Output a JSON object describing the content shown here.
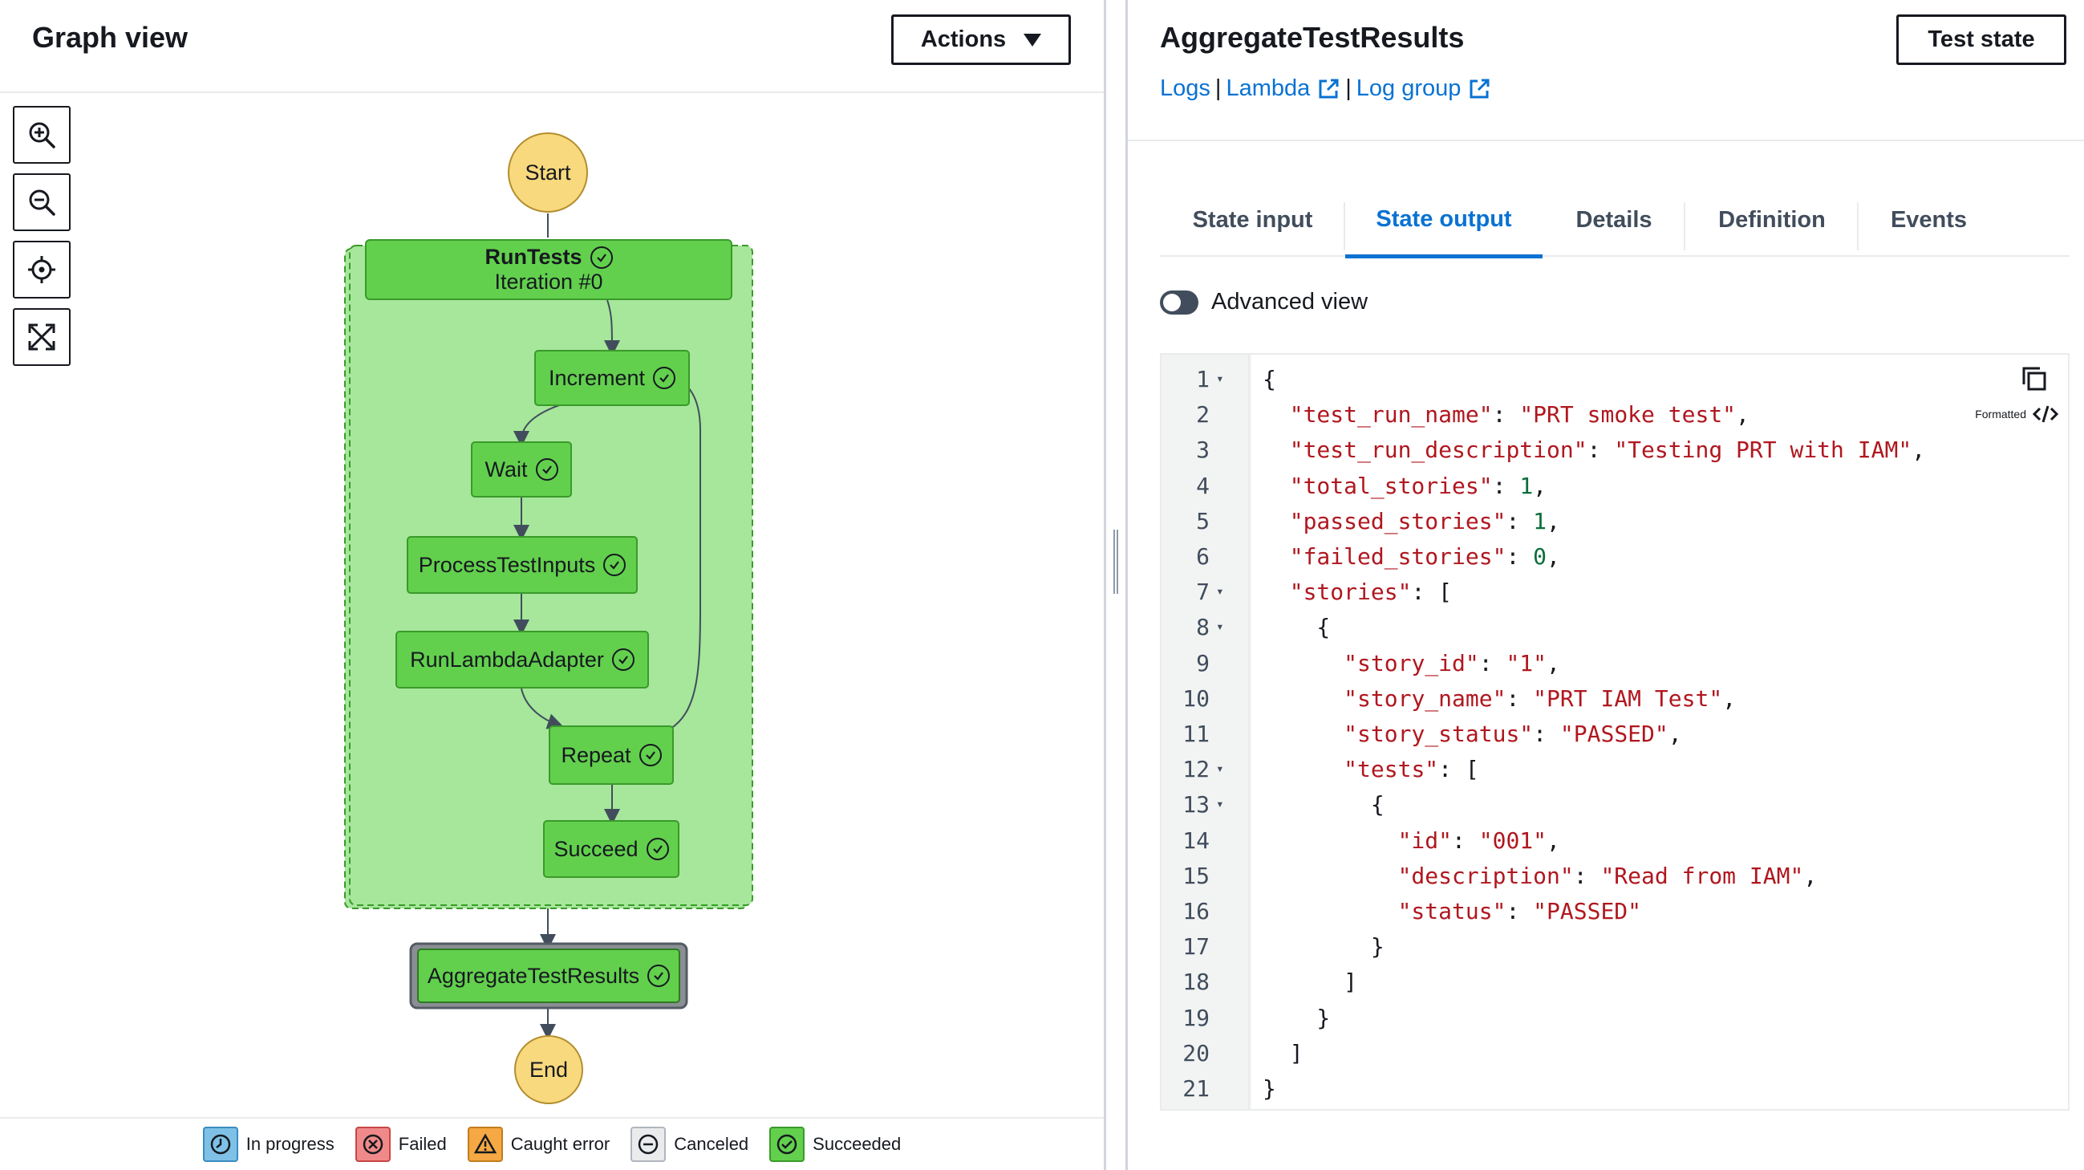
{
  "left": {
    "title": "Graph view",
    "actions_label": "Actions"
  },
  "zoom_controls": [
    "zoom-in",
    "zoom-out",
    "center",
    "fit"
  ],
  "graph": {
    "start": "Start",
    "end": "End",
    "map_state": {
      "name": "RunTests",
      "iteration": "Iteration #0"
    },
    "states": [
      "Increment",
      "Wait",
      "ProcessTestInputs",
      "RunLambdaAdapter",
      "Repeat",
      "Succeed"
    ],
    "selected_state": "AggregateTestResults",
    "node_color": "#62d04d",
    "terminal_color": "#f9d97d"
  },
  "legend": [
    {
      "label": "In progress",
      "color": "#7fc1e6",
      "icon": "clock-icon"
    },
    {
      "label": "Failed",
      "color": "#f08a8a",
      "icon": "x-circle-icon"
    },
    {
      "label": "Caught error",
      "color": "#f5a843",
      "icon": "warning-icon"
    },
    {
      "label": "Canceled",
      "color": "#e9ebed",
      "icon": "minus-circle-icon"
    },
    {
      "label": "Succeeded",
      "color": "#62d04d",
      "icon": "check-circle-icon"
    }
  ],
  "right": {
    "title": "AggregateTestResults",
    "test_state_label": "Test state",
    "links": {
      "logs": "Logs",
      "lambda": "Lambda",
      "log_group": "Log group",
      "separator": "|"
    },
    "tabs": [
      "State input",
      "State output",
      "Details",
      "Definition",
      "Events"
    ],
    "active_tab": "State output",
    "advanced_view_label": "Advanced view",
    "formatted_label": "Formatted"
  },
  "code_lines": [
    {
      "n": "1",
      "fold": true,
      "text": "{"
    },
    {
      "n": "2",
      "fold": false,
      "text": "  \"test_run_name\": \"PRT smoke test\","
    },
    {
      "n": "3",
      "fold": false,
      "text": "  \"test_run_description\": \"Testing PRT with IAM\","
    },
    {
      "n": "4",
      "fold": false,
      "text": "  \"total_stories\": 1,"
    },
    {
      "n": "5",
      "fold": false,
      "text": "  \"passed_stories\": 1,"
    },
    {
      "n": "6",
      "fold": false,
      "text": "  \"failed_stories\": 0,"
    },
    {
      "n": "7",
      "fold": true,
      "text": "  \"stories\": ["
    },
    {
      "n": "8",
      "fold": true,
      "text": "    {"
    },
    {
      "n": "9",
      "fold": false,
      "text": "      \"story_id\": \"1\","
    },
    {
      "n": "10",
      "fold": false,
      "text": "      \"story_name\": \"PRT IAM Test\","
    },
    {
      "n": "11",
      "fold": false,
      "text": "      \"story_status\": \"PASSED\","
    },
    {
      "n": "12",
      "fold": true,
      "text": "      \"tests\": ["
    },
    {
      "n": "13",
      "fold": true,
      "text": "        {"
    },
    {
      "n": "14",
      "fold": false,
      "text": "          \"id\": \"001\","
    },
    {
      "n": "15",
      "fold": false,
      "text": "          \"description\": \"Read from IAM\","
    },
    {
      "n": "16",
      "fold": false,
      "text": "          \"status\": \"PASSED\""
    },
    {
      "n": "17",
      "fold": false,
      "text": "        }"
    },
    {
      "n": "18",
      "fold": false,
      "text": "      ]"
    },
    {
      "n": "19",
      "fold": false,
      "text": "    }"
    },
    {
      "n": "20",
      "fold": false,
      "text": "  ]"
    },
    {
      "n": "21",
      "fold": false,
      "text": "}"
    }
  ]
}
